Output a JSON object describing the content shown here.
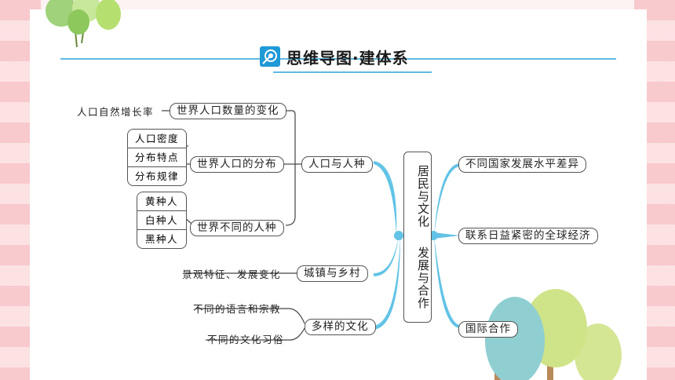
{
  "header": {
    "title": "思维导图·建体系"
  },
  "center": {
    "line1": "居民与文化",
    "line2": "发展与合作"
  },
  "left": {
    "population_topic": "人口与人种",
    "pop_change": "世界人口数量的变化",
    "pop_change_leaf": "人口自然增长率",
    "pop_dist": "世界人口的分布",
    "pop_dist_leaves": [
      "人口密度",
      "分布特点",
      "分布规律"
    ],
    "races": "世界不同的人种",
    "race_leaves": [
      "黄种人",
      "白种人",
      "黑种人"
    ],
    "urban": "城镇与乡村",
    "urban_leaf": "景观特征、发展变化",
    "culture": "多样的文化",
    "culture_leaves": [
      "不同的语言和宗教",
      "不同的文化习俗"
    ]
  },
  "right": {
    "items": [
      "不同国家发展水平差异",
      "联系日益紧密的全球经济",
      "国际合作"
    ]
  },
  "colors": {
    "accent": "#1f9ad6",
    "branch": "#62c3e6",
    "stripe": "#f4a9ae"
  }
}
